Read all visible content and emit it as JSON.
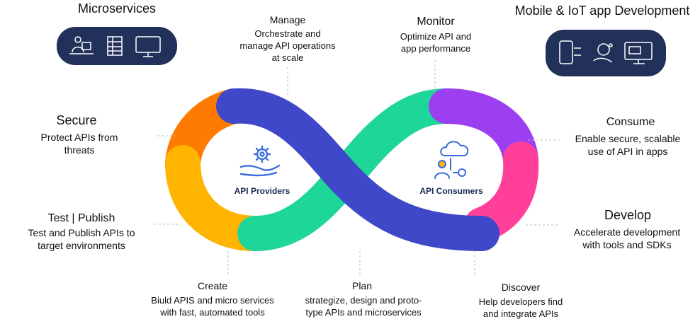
{
  "top_left": {
    "title": "Microservices",
    "icons": [
      "desk-worker-icon",
      "spreadsheet-icon",
      "monitor-icon"
    ]
  },
  "top_right": {
    "title": "Mobile & IoT app Development",
    "icons": [
      "mobile-sync-icon",
      "iot-hand-icon",
      "desktop-app-icon"
    ]
  },
  "stages": {
    "manage": {
      "title": "Manage",
      "desc1": "Orchestrate and",
      "desc2": "manage API operations",
      "desc3": "at scale"
    },
    "monitor": {
      "title": "Monitor",
      "desc1": "Optimize API and",
      "desc2": "app performance"
    },
    "secure": {
      "title": "Secure",
      "desc1": "Protect APIs from",
      "desc2": "threats"
    },
    "consume": {
      "title": "Consume",
      "desc1": "Enable secure, scalable",
      "desc2": "use of API in apps"
    },
    "test": {
      "title": "Test | Publish",
      "desc1": "Test and Publish APIs to",
      "desc2": "target environments"
    },
    "develop": {
      "title": "Develop",
      "desc1": "Accelerate development",
      "desc2": "with tools and SDKs"
    },
    "create": {
      "title": "Create",
      "desc1": "Biuld APIS and micro services",
      "desc2": "with fast, automated tools"
    },
    "plan": {
      "title": "Plan",
      "desc1": "strategize, design and proto-",
      "desc2": "type APIs and microservices"
    },
    "discover": {
      "title": "Discover",
      "desc1": "Help developers find",
      "desc2": "and integrate APIs"
    }
  },
  "center": {
    "left": "API Providers",
    "right": "API Consumers",
    "left_icon": "gear-hand-icon",
    "right_icon": "cloud-user-icon"
  },
  "colors": {
    "orange": "#ff7a00",
    "yellow": "#ffb400",
    "green": "#1fd69a",
    "blue": "#3f48c8",
    "purple": "#9b3ff0",
    "pink": "#ff3f9a",
    "navy": "#22315a"
  }
}
